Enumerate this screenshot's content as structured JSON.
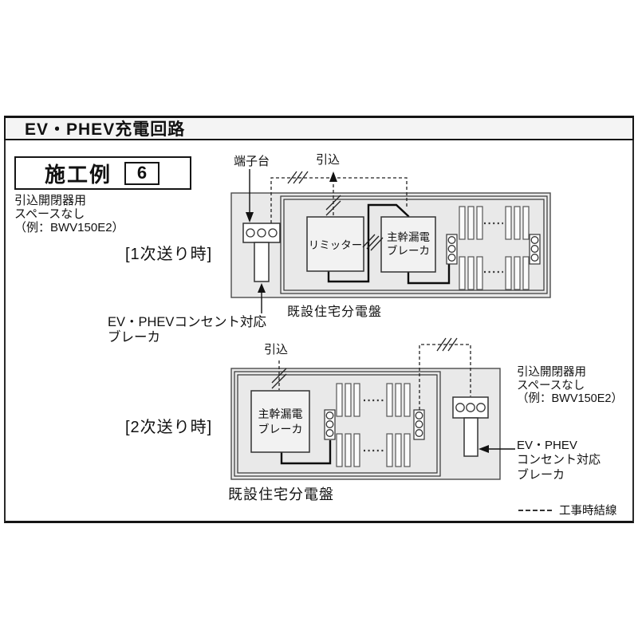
{
  "page": {
    "title": "EV・PHEV充電回路"
  },
  "example": {
    "label": "施工例",
    "number": "6"
  },
  "intake_note": {
    "line1": "引込開閉器用",
    "line2": "スペースなし",
    "line3": "（例：BWV150E2）"
  },
  "diagram1": {
    "mode": "[1次送り時]",
    "terminal_block": "端子台",
    "incoming": "引込",
    "limiter": "リミッター",
    "main_breaker_l1": "主幹漏電",
    "main_breaker_l2": "ブレーカ",
    "panel": "既設住宅分電盤",
    "ev_breaker_l1": "EV・PHEVコンセント対応",
    "ev_breaker_l2": "ブレーカ"
  },
  "diagram2": {
    "mode": "[2次送り時]",
    "incoming": "引込",
    "main_breaker_l1": "主幹漏電",
    "main_breaker_l2": "ブレーカ",
    "panel": "既設住宅分電盤",
    "intake_note_l1": "引込開閉器用",
    "intake_note_l2": "スペースなし",
    "intake_note_l3": "（例：BWV150E2）",
    "ev_breaker_l1": "EV・PHEV",
    "ev_breaker_l2": "コンセント対応",
    "ev_breaker_l3": "ブレーカ"
  },
  "legend": {
    "label": "工事時結線"
  },
  "colors": {
    "frame": "#151515",
    "panel_fill": "#e9e9e9",
    "component_fill": "#f2f2f2",
    "line": "#111111",
    "background": "#ffffff"
  }
}
